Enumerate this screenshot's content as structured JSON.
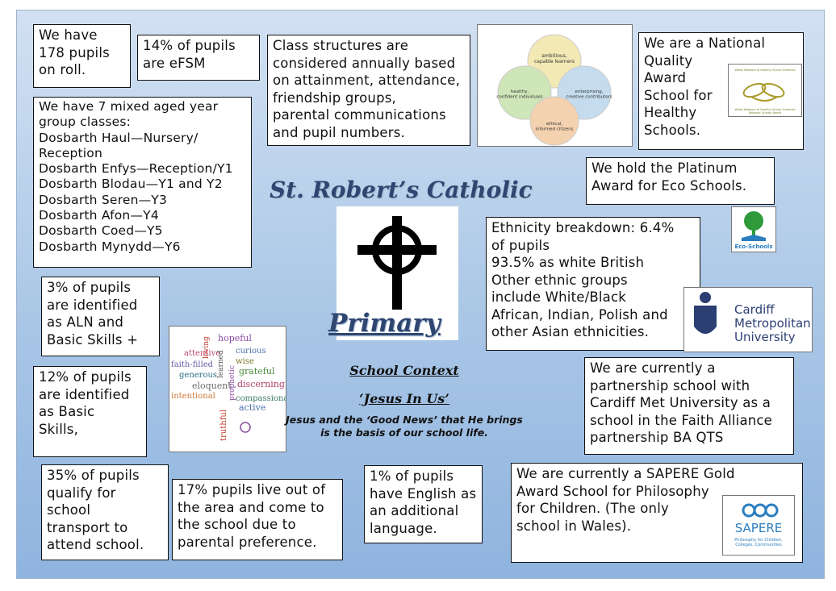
{
  "boxes": {
    "pupils_on_roll": "We have\n178 pupils\non roll.",
    "efsm": "14% of pupils\nare eFSM",
    "class_structures": "Class structures are\nconsidered annually based\non attainment, attendance,\nfriendship groups,\nparental communications\nand pupil numbers.",
    "national_quality": "We are a National\nQuality\nAward\nSchool for\nHealthy\nSchools.",
    "mixed_classes": "We have 7 mixed aged year\ngroup classes:\nDosbarth Haul—Nursery/\nReception\nDosbarth Enfys—Reception/Y1\nDosbarth Blodau—Y1 and Y2\nDosbarth Seren—Y3\nDosbarth Afon—Y4\nDosbarth Coed—Y5\nDosbarth Mynydd—Y6",
    "eco_schools": "We hold the Platinum\nAward for Eco Schools.",
    "ethnicity": "Ethnicity breakdown: 6.4%\nof pupils\n93.5% as white British\nOther ethnic groups\ninclude White/Black\nAfrican, Indian, Polish and\nother Asian ethnicities.",
    "aln": "3% of pupils\nare identified\nas ALN and\nBasic Skills +",
    "basic_skills": "12% of pupils\nare identified\nas Basic\nSkills,",
    "partnership": "We are currently a\npartnership school with\nCardiff Met University as a\nschool in the Faith Alliance\npartnership BA QTS",
    "transport": "35% of pupils\nqualify for\nschool\ntransport to\nattend school.",
    "out_of_area": "17% pupils live out of\nthe area and come to\nthe school due to\nparental preference.",
    "eal": "1% of pupils\nhave English as\nan additional\nlanguage.",
    "sapere": "We are currently a SAPERE Gold\nAward School for Philosophy\nfor Children. (The only\nschool in Wales)."
  },
  "center": {
    "title_line1": "St. Robert’s Catholic",
    "title_line2": "Primary",
    "school_context": "School Context",
    "motto": "‘Jesus In Us’",
    "motto_desc": "Jesus and the ‘Good News’ that He brings\nis the basis of our school life."
  },
  "logos": {
    "cardiff_met_line1": "Cardiff",
    "cardiff_met_line2": "Metropolitan",
    "cardiff_met_line3": "University",
    "eco_schools": "Eco-Schools",
    "sapere_name": "SAPERE",
    "sapere_tagline": "Philosophy for Children,\nColleges, Communities",
    "healthy_top": "Welsh Network of Healthy School Schemes",
    "healthy_bottom": "Welsh Network of Healthy School Schemes\nNational Quality Award"
  },
  "circles": {
    "top": "ambitious,\ncapable learners",
    "left": "healthy,\nconfident individuals",
    "right": "enterprising,\ncreative contributors",
    "bottom": "ethical,\ninformed citizens"
  },
  "word_cloud": [
    "hopeful",
    "loving",
    "attentive",
    "curious",
    "faith-filled",
    "learned",
    "wise",
    "generous",
    "grateful",
    "eloquent",
    "discerning",
    "prophetic",
    "compassionate",
    "intentional",
    "active",
    "truthful"
  ],
  "colors": {
    "title": "#2e4670",
    "background_top": "#d2e1f2",
    "background_bottom": "#8fb4df",
    "cardiff_blue": "#2b3f73",
    "eco_green": "#2e9a3a",
    "sapere_blue": "#2a7ec0"
  }
}
